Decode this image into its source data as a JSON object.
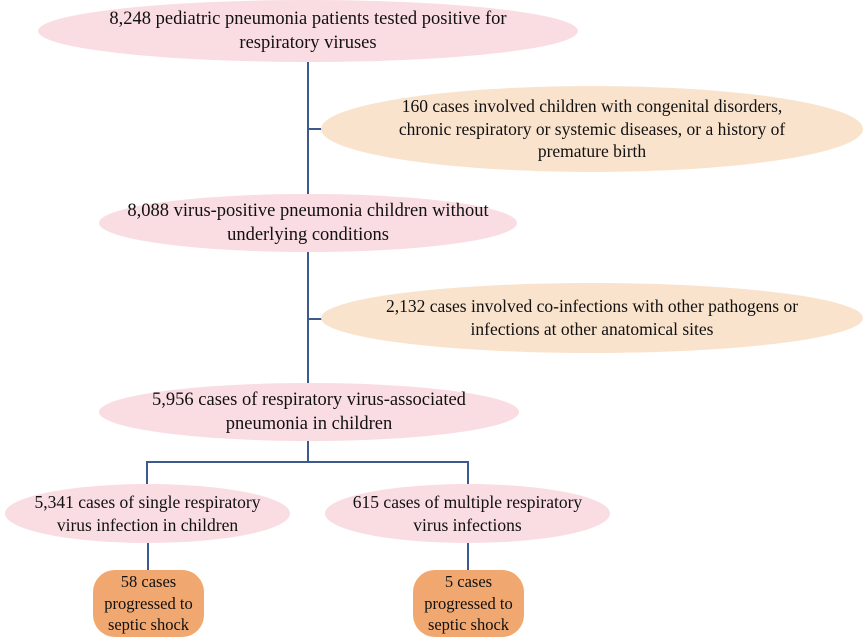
{
  "diagram": {
    "type": "patient-selection-flowchart",
    "colors": {
      "included_fill": "#f9dde2",
      "excluded_fill": "#fae3cd",
      "outcome_fill": "#f0a870",
      "connector": "#3d5a8f",
      "text": "#111111",
      "background": "#ffffff"
    },
    "nodes": {
      "enrolled": {
        "line1": "8,248 pediatric pneumonia patients tested positive for",
        "line2": "respiratory viruses"
      },
      "exclusion_1": {
        "line1": "160 cases involved children with congenital disorders,",
        "line2": "chronic respiratory or systemic diseases, or a history of",
        "line3": "premature birth"
      },
      "after_exclusion_1": {
        "line1": "8,088 virus-positive pneumonia children without",
        "line2": "underlying conditions"
      },
      "exclusion_2": {
        "line1": "2,132 cases involved co-infections with other pathogens or",
        "line2": "infections at other anatomical sites"
      },
      "after_exclusion_2": {
        "line1": "5,956 cases of respiratory virus-associated",
        "line2": "pneumonia in children"
      },
      "branch_single": {
        "line1": "5,341 cases of single respiratory",
        "line2": "virus infection in children"
      },
      "branch_multiple": {
        "line1": "615 cases of multiple respiratory",
        "line2": "virus infections"
      },
      "outcome_single": {
        "line1": "58 cases",
        "line2": "progressed to",
        "line3": "septic shock"
      },
      "outcome_multiple": {
        "line1": "5 cases",
        "line2": "progressed to",
        "line3": "septic shock"
      }
    }
  }
}
